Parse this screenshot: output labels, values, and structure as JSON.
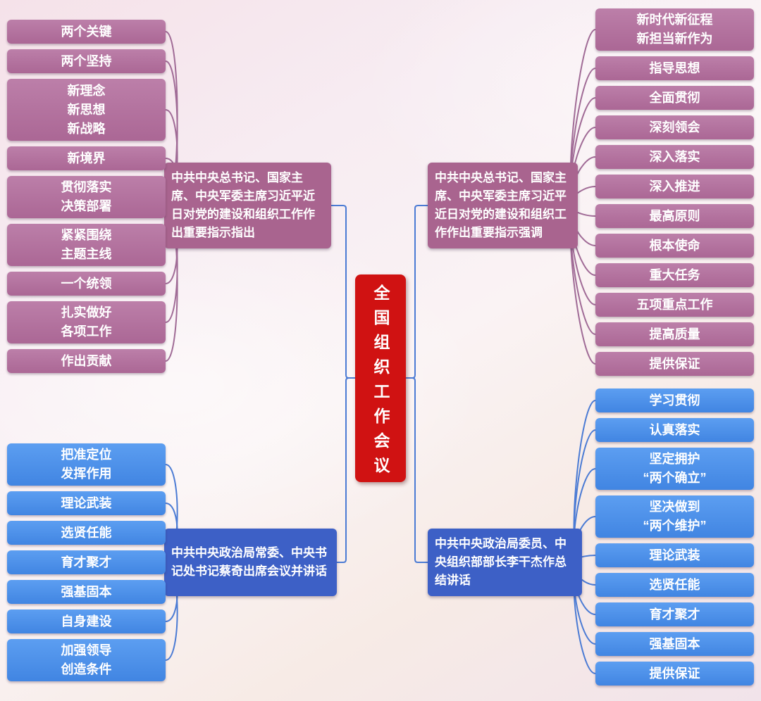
{
  "center": {
    "label": "全国组织工作会议"
  },
  "branches": [
    {
      "id": "top-left",
      "label": "中共中央总书记、国家主席、中央军委主席习近平近日对党的建设和组织工作作出重要指示指出",
      "leaves": [
        "两个关键",
        "两个坚持",
        "新理念\n新思想\n新战略",
        "新境界",
        "贯彻落实\n决策部署",
        "紧紧围绕\n主题主线",
        "一个统领",
        "扎实做好\n各项工作",
        "作出贡献"
      ]
    },
    {
      "id": "top-right",
      "label": "中共中央总书记、国家主席、中央军委主席习近平近日对党的建设和组织工作作出重要指示强调",
      "leaves": [
        "新时代新征程\n新担当新作为",
        "指导思想",
        "全面贯彻",
        "深刻领会",
        "深入落实",
        "深入推进",
        "最高原则",
        "根本使命",
        "重大任务",
        "五项重点工作",
        "提高质量",
        "提供保证"
      ]
    },
    {
      "id": "bottom-left",
      "label": "中共中央政治局常委、中央书记处书记蔡奇出席会议并讲话",
      "leaves": [
        "把准定位\n发挥作用",
        "理论武装",
        "选贤任能",
        "育才聚才",
        "强基固本",
        "自身建设",
        "加强领导\n创造条件"
      ]
    },
    {
      "id": "bottom-right",
      "label": "中共中央政治局委员、中央组织部部长李干杰作总结讲话",
      "leaves": [
        "学习贯彻",
        "认真落实",
        "坚定拥护\n“两个确立”",
        "坚决做到\n“两个维护”",
        "理论武装",
        "选贤任能",
        "育才聚才",
        "强基固本",
        "提供保证"
      ]
    }
  ],
  "colors": {
    "mauve_light": "#bc7fa9",
    "mauve": "#ab6795",
    "mauve_dark": "#a9648f",
    "blue_light": "#5c9ef1",
    "blue": "#4185e2",
    "blue_dark": "#3d60c6",
    "red": "#d01212",
    "connector_top": "#a06b96",
    "connector_bottom": "#4b7bd4"
  }
}
